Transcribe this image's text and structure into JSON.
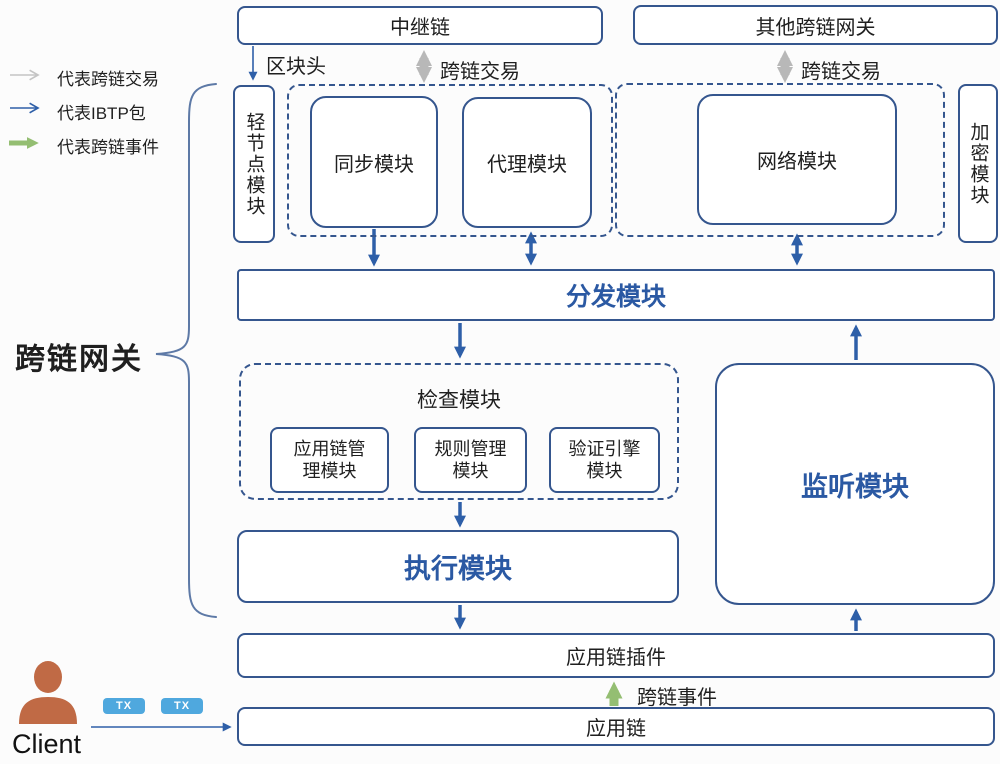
{
  "colors": {
    "box_border": "#35568e",
    "module_text_blue": "#2b59a3",
    "arrow_blue": "#2e5fa8",
    "arrow_gray": "#b8b8b8",
    "arrow_green": "#94be72",
    "tx_badge_bg": "#4fa8de",
    "client_icon": "#c06a45"
  },
  "legend": {
    "items": [
      {
        "icon": "gray-arrow-icon",
        "label": "代表跨链交易"
      },
      {
        "icon": "blue-arrow-icon",
        "label": "代表IBTP包"
      },
      {
        "icon": "green-arrow-icon",
        "label": "代表跨链事件"
      }
    ]
  },
  "gateway_brace_label": "跨链网关",
  "external": {
    "relay_chain": "中继链",
    "other_gateways": "其他跨链网关"
  },
  "edge_labels": {
    "block_header": "区块头",
    "cross_chain_tx_left": "跨链交易",
    "cross_chain_tx_right": "跨链交易",
    "cross_chain_event": "跨链事件"
  },
  "modules": {
    "light_node": "轻节点模块",
    "sync": "同步模块",
    "proxy": "代理模块",
    "network": "网络模块",
    "crypto": "加密模块",
    "dispatch": "分发模块",
    "check": {
      "title": "检查模块",
      "children": [
        {
          "line1": "应用链管",
          "line2": "理模块"
        },
        {
          "line1": "规则管理",
          "line2": "模块"
        },
        {
          "line1": "验证引擎",
          "line2": "模块"
        }
      ]
    },
    "execute": "执行模块",
    "listen": "监听模块",
    "plugin": "应用链插件",
    "appchain": "应用链"
  },
  "client": {
    "label": "Client",
    "tx_badges": [
      "TX",
      "TX"
    ]
  }
}
